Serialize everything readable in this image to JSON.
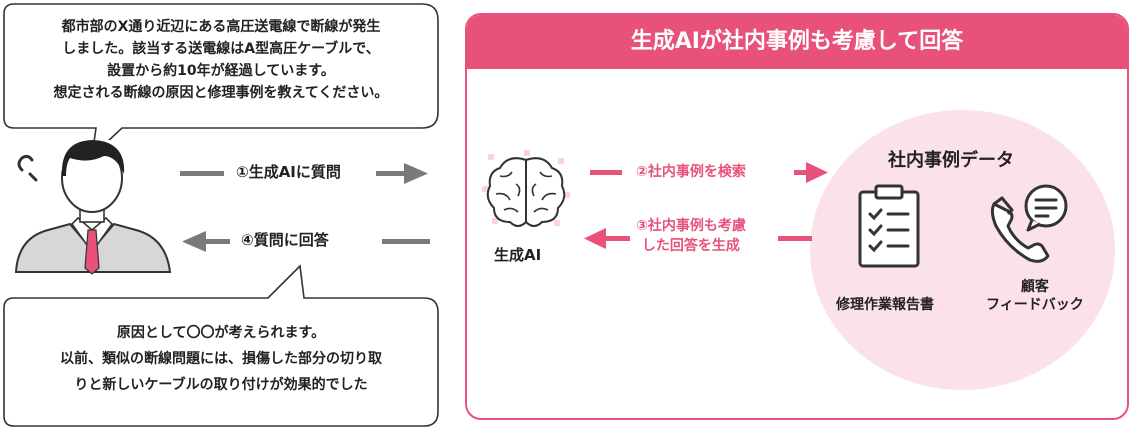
{
  "top_bubble": {
    "lines": [
      "都市部のX通り近辺にある高圧送電線で断線が発生",
      "しました。該当する送電線はA型高圧ケーブルで、",
      "設置から約10年が経過しています。",
      "想定される断線の原因と修理事例を教えてください。"
    ]
  },
  "bottom_bubble": {
    "lines": [
      "原因として〇〇が考えられます。",
      "以前、類似の断線問題には、損傷した部分の切り取",
      "りと新しいケーブルの取り付けが効果的でした"
    ]
  },
  "flow": {
    "step1": "①生成AIに質問",
    "step4": "④質問に回答",
    "step2": "②社内事例を検索",
    "step3_lines": [
      "③社内事例も考慮",
      "した回答を生成"
    ]
  },
  "panel": {
    "title": "生成AIが社内事例も考慮して回答",
    "ai_label": "生成AI",
    "data_title": "社内事例データ",
    "report_label": "修理作業報告書",
    "feedback_lines": [
      "顧客",
      "フィードバック"
    ]
  },
  "colors": {
    "accent": "#e8527a",
    "accent_light": "#fbe1e8",
    "arrow_gray": "#7a7a7a"
  },
  "icons": [
    "person-icon",
    "brain-icon",
    "clipboard-checklist-icon",
    "phone-chat-icon"
  ]
}
